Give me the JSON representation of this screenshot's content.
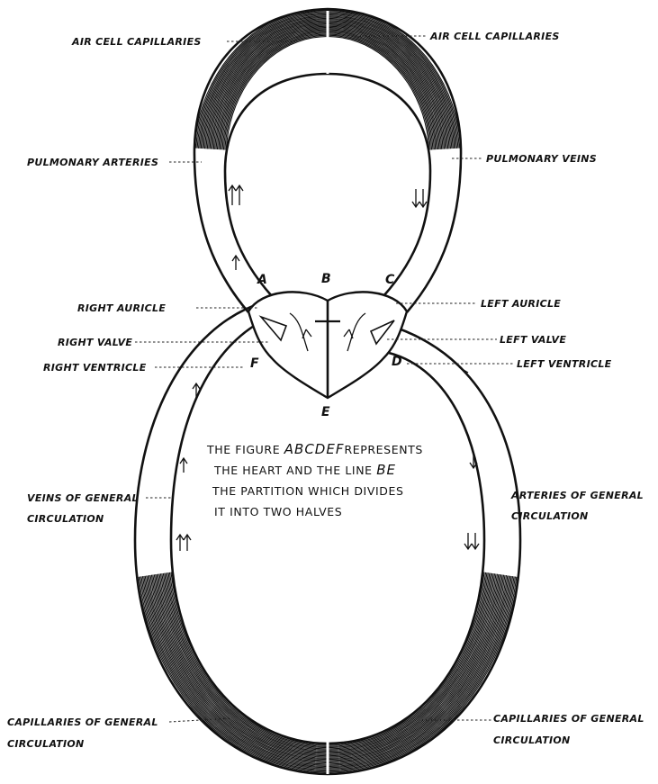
{
  "labels": {
    "air_cell_capillaries_left": "AIR CELL CAPILLARIES",
    "air_cell_capillaries_right": "AIR CELL CAPILLARIES",
    "pulmonary_arteries": "PULMONARY ARTERIES",
    "pulmonary_veins": "PULMONARY VEINS",
    "right_auricle": "RIGHT AURICLE",
    "left_auricle": "LEFT AURICLE",
    "right_valve": "RIGHT VALVE",
    "left_valve": "LEFT VALVE",
    "right_ventricle": "RIGHT VENTRICLE",
    "left_ventricle": "LEFT VENTRICLE",
    "veins_general": [
      "VEINS OF GENERAL",
      "CIRCULATION"
    ],
    "arteries_general": [
      "ARTERIES OF GENERAL",
      "CIRCULATION"
    ],
    "capillaries_general_left": [
      "CAPILLARIES OF GENERAL",
      "CIRCULATION"
    ],
    "capillaries_general_right": [
      "CAPILLARIES OF GENERAL",
      "CIRCULATION"
    ]
  },
  "heart_letters": {
    "a": "A",
    "b": "B",
    "c": "C",
    "d": "D",
    "e": "E",
    "f": "F"
  },
  "caption": {
    "line1_pre": "THE FIGURE",
    "line1_letters": "ABCDEF",
    "line1_post": "REPRESENTS",
    "line2_pre": "THE HEART AND THE LINE",
    "line2_letters": "BE",
    "line3": "THE PARTITION WHICH DIVIDES",
    "line4": "IT INTO TWO HALVES"
  }
}
